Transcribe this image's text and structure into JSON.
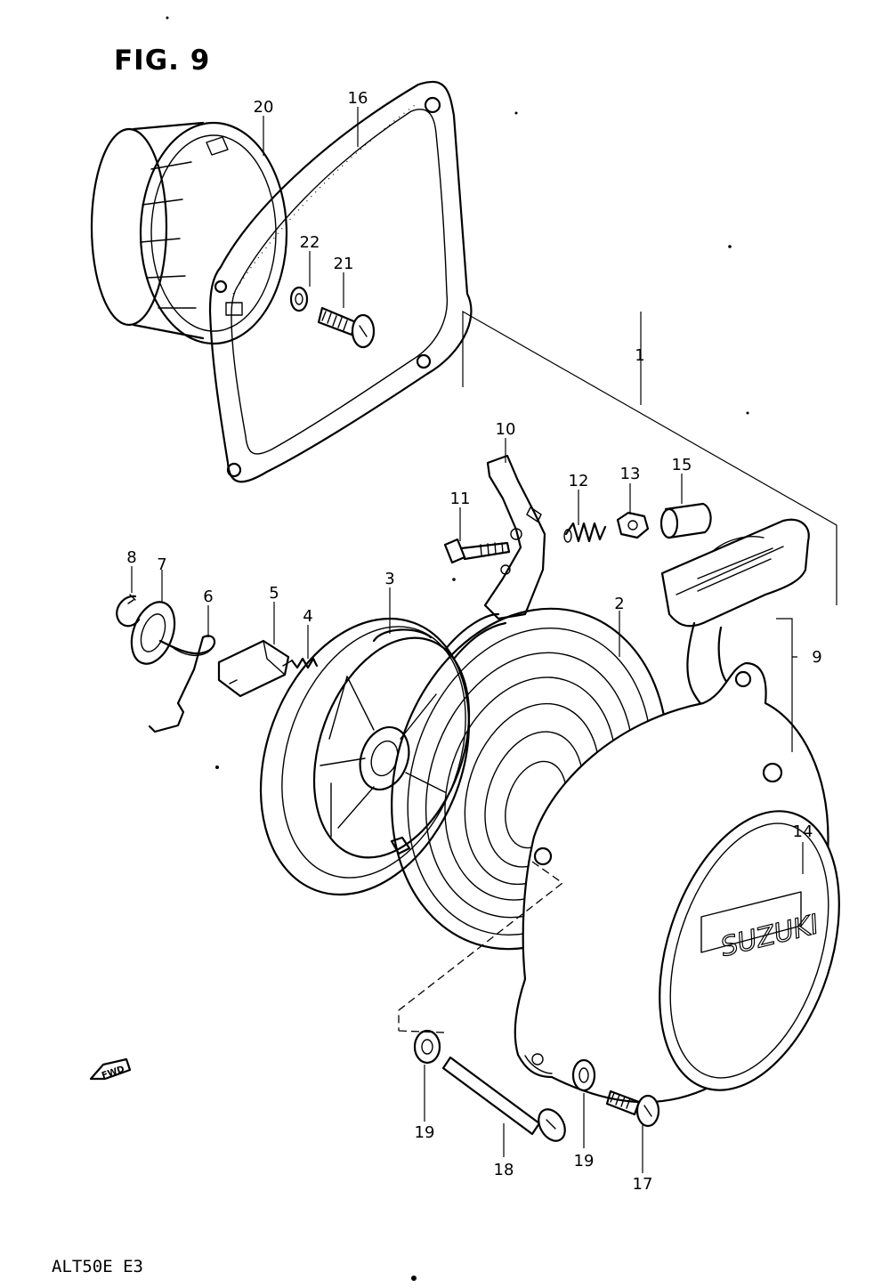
{
  "figure": {
    "title": "FIG. 9",
    "model_code": "ALT50E  E3"
  },
  "parts": [
    {
      "ref": "1"
    },
    {
      "ref": "2"
    },
    {
      "ref": "3"
    },
    {
      "ref": "4"
    },
    {
      "ref": "5"
    },
    {
      "ref": "6"
    },
    {
      "ref": "7"
    },
    {
      "ref": "8"
    },
    {
      "ref": "9"
    },
    {
      "ref": "10"
    },
    {
      "ref": "11"
    },
    {
      "ref": "12"
    },
    {
      "ref": "13"
    },
    {
      "ref": "14"
    },
    {
      "ref": "15"
    },
    {
      "ref": "16"
    },
    {
      "ref": "17"
    },
    {
      "ref": "18"
    },
    {
      "ref": "19"
    },
    {
      "ref": "19"
    },
    {
      "ref": "20"
    },
    {
      "ref": "21"
    },
    {
      "ref": "22"
    }
  ],
  "markings": {
    "brand": "SUZUKI",
    "direction": "FWD"
  }
}
